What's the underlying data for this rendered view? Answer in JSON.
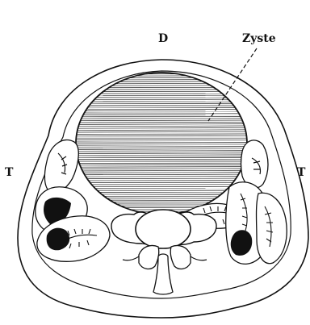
{
  "figure": {
    "labels": {
      "top": "D",
      "left": "T",
      "right": "T",
      "cyst": "Zyste"
    }
  },
  "colors": {
    "ink": "#111111",
    "paper": "#ffffff"
  }
}
